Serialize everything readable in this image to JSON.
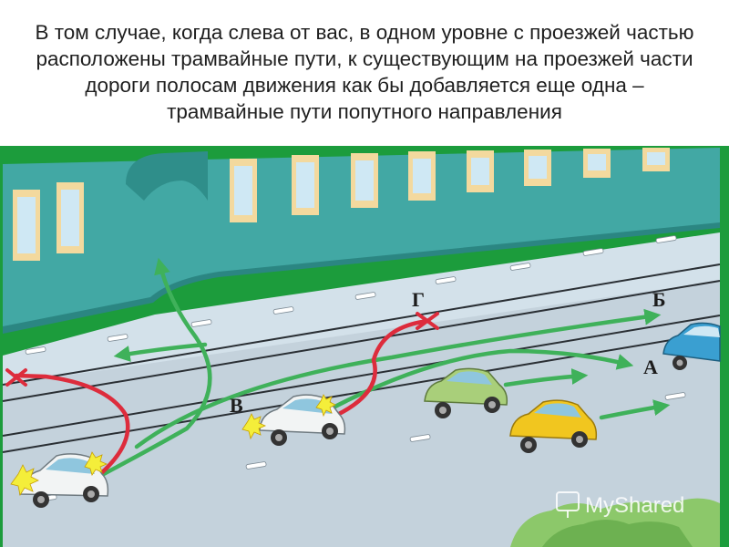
{
  "caption": {
    "lines": [
      "В том случае, когда слева от вас, в одном уровне с проезжей частью",
      "расположены трамвайные пути, к существующим на проезжей части",
      "дороги полосам движения как бы добавляется еще одна –",
      "трамвайные пути попутного направления"
    ]
  },
  "labels": {
    "a": "А",
    "b": "Б",
    "v": "В",
    "g": "Г"
  },
  "watermark": {
    "text": "MyShared"
  },
  "colors": {
    "frame": "#1c9c3c",
    "building": "#42a8a4",
    "building_dark": "#2b8682",
    "sidewalk": "#d3e1ea",
    "road": "#c4d2dc",
    "rail": "#2a2f34",
    "arrow_green": "#3fb15a",
    "arrow_red": "#dd2c3c",
    "car_white": "#f2f4f4",
    "car_green": "#a9cf7a",
    "car_yellow": "#f1c61f",
    "car_blue": "#3a9fd1",
    "blinker": "#f4ee3a"
  }
}
